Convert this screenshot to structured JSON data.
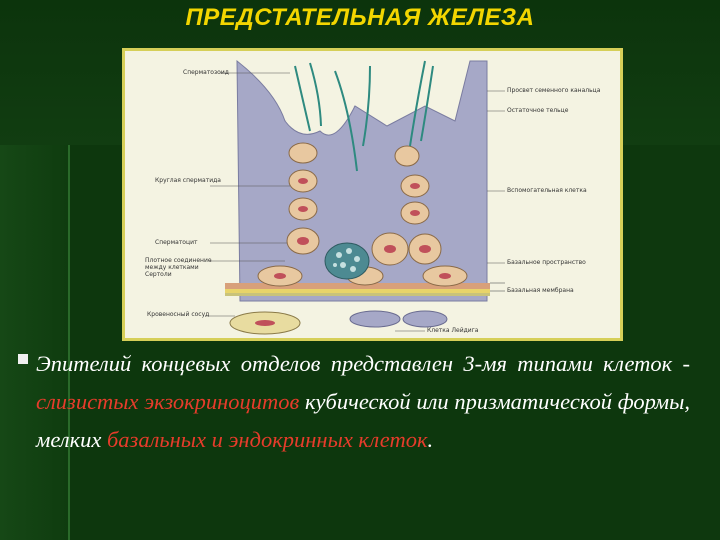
{
  "slide": {
    "title": "ПРЕДСТАТЕЛЬНАЯ ЖЕЛЕЗА"
  },
  "figure": {
    "labels": {
      "l1": "Сперматозоид",
      "l2": "Просвет семенного канальца",
      "l3": "Остаточное тельце",
      "l4": "Круглая сперматида",
      "l5": "Сперматоцит",
      "l6": "Плотное соединение между клетками Сертоли",
      "l7": "Вспомогательная клетка",
      "l8": "Базальное пространство",
      "l9": "Базальная мембрана",
      "l10": "Кровеносный сосуд",
      "l11": "Клетка Лейдига"
    }
  },
  "body": {
    "part1": "Эпителий концевых отделов представлен 3-мя типами клеток - ",
    "red1": "слизистых экзокриноцитов",
    "part2": " кубической или призматической формы, мелких ",
    "red2": "базальных и эндокринных клеток",
    "part3": "."
  },
  "colors": {
    "background": "#0f3a0f",
    "title": "#f3d600",
    "text": "#ffffff",
    "highlight": "#e63c2b"
  }
}
